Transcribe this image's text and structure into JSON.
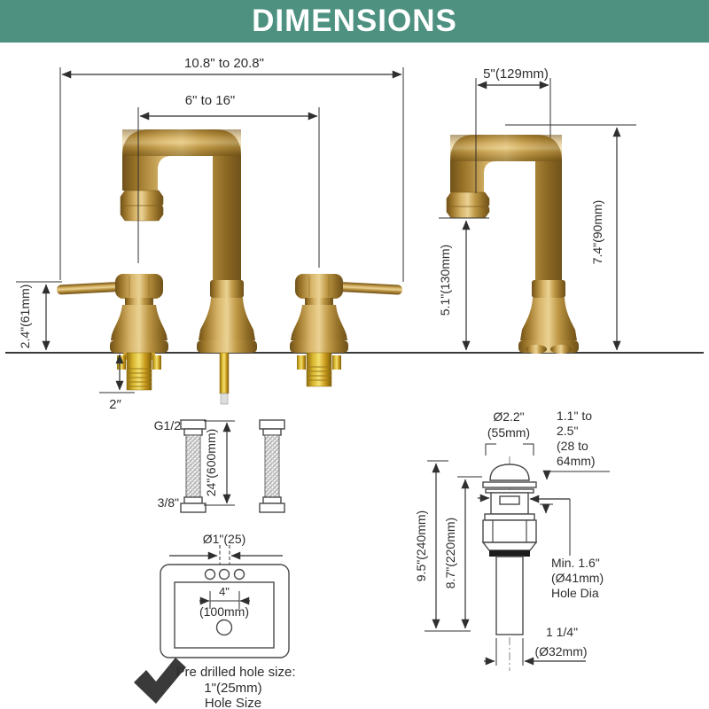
{
  "header": {
    "title": "DIMENSIONS",
    "bg_color": "#4E9181",
    "text_color": "#FFFFFF"
  },
  "front_view": {
    "overall_width": "10.8\" to 20.8\"",
    "handle_spread": "6\" to 16\"",
    "handle_height": "2.4\"(61mm)",
    "deck_thickness": "2″"
  },
  "side_view": {
    "spout_reach": "5\"(129mm)",
    "spout_height": "7.4\"(90mm)",
    "outlet_height": "5.1\"(130mm)"
  },
  "hoses": {
    "top_thread": "G1/2",
    "bottom_thread": "3/8\"",
    "length": "24\"(600mm)"
  },
  "sink": {
    "hole_diameter": "Ø1\"(25)",
    "hole_spacing": "4\"",
    "hole_spacing_mm": "(100mm)",
    "note": {
      "line1": "Pre drilled hole size:",
      "line2": "1\"(25mm)",
      "line3": "Hole Size"
    }
  },
  "drain": {
    "flange_diameter": [
      "Ø2.2\"",
      "(55mm)"
    ],
    "mount_range": [
      "1.1\" to",
      "2.5\"",
      "(28 to",
      "64mm)"
    ],
    "total_height": "9.5\"(240mm)",
    "body_height": "8.7\"(220mm)",
    "min_hole": [
      "Min. 1.6\"",
      "(Ø41mm)",
      "Hole Dia"
    ],
    "tailpipe": [
      "1 1/4\"",
      "(Ø32mm)"
    ]
  },
  "colors": {
    "header_green": "#4E9181",
    "gold": "#C7A04E",
    "brass": "#E8C94F",
    "line": "#333333",
    "checkmark": "#3A3A3A"
  }
}
